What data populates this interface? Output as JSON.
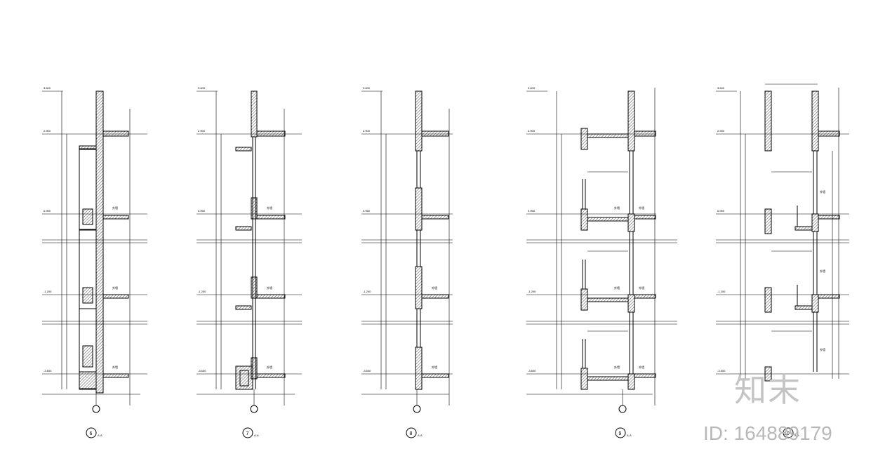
{
  "sections": [
    {
      "id": "6",
      "label": "6",
      "sub": "A-A"
    },
    {
      "id": "7",
      "label": "7",
      "sub": "A-A"
    },
    {
      "id": "8",
      "label": "8",
      "sub": "A-A"
    },
    {
      "id": "9",
      "label": "9",
      "sub": "A-A"
    },
    {
      "id": "10",
      "label": "10",
      "sub": "A-A"
    }
  ],
  "watermark": {
    "logo": "知末",
    "id_text": "ID: 164889179"
  },
  "colors": {
    "line": "#000000",
    "watermark": "#b8b8b8"
  }
}
